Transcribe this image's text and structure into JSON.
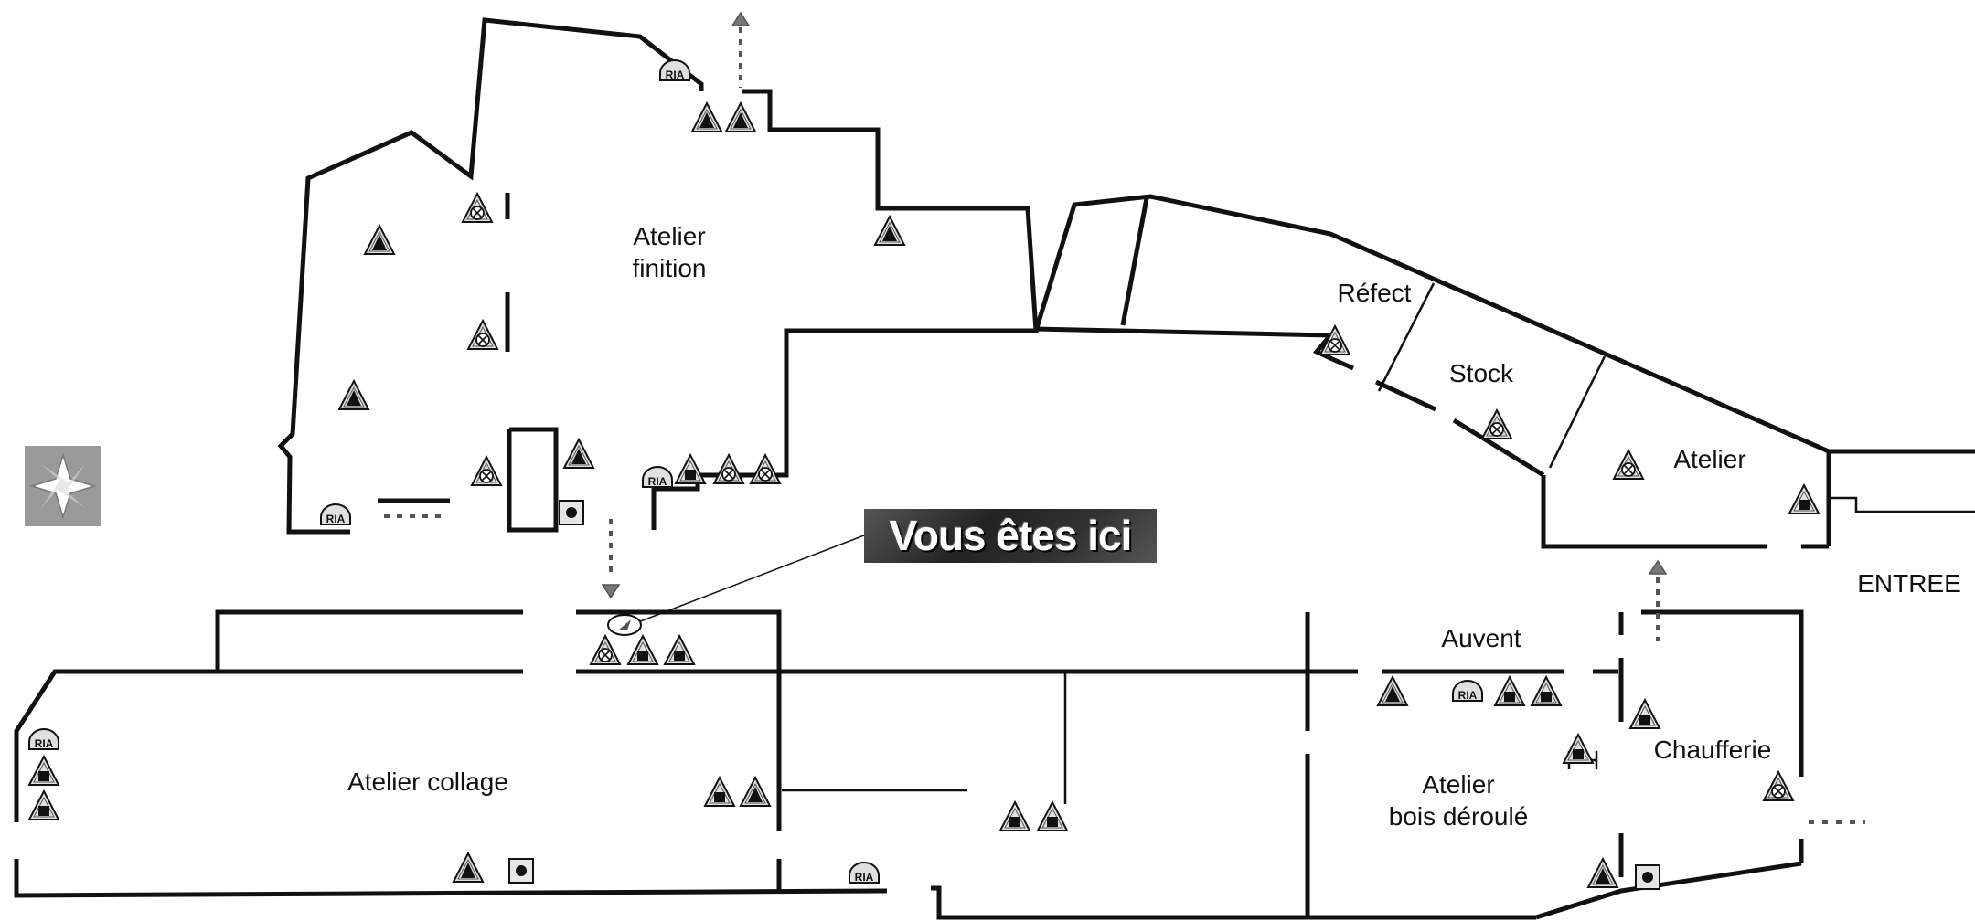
{
  "rooms": {
    "finition_line1": "Atelier",
    "finition_line2": "finition",
    "refect": "Réfect",
    "stock": "Stock",
    "atelier": "Atelier",
    "entree": "ENTREE",
    "auvent": "Auvent",
    "chaufferie": "Chaufferie",
    "collage": "Atelier collage",
    "bois_line1": "Atelier",
    "bois_line2": "bois déroulé"
  },
  "you_are_here": "Vous êtes ici",
  "ria_label": "RIA",
  "icons": {
    "fire_extinguisher": "extinguisher-triangle-icon",
    "alarm": "alarm-triangle-icon",
    "smoke_vent": "vent-triangle-icon",
    "ria": "ria-hose-icon",
    "alarm_button": "alarm-button-icon",
    "compass": "compass-rose-icon",
    "exit_arrow": "exit-arrow-icon",
    "here_marker": "here-marker-icon"
  },
  "colors": {
    "walls": "#111111",
    "banner": "#333333",
    "icon_fill": "#dddddd"
  }
}
